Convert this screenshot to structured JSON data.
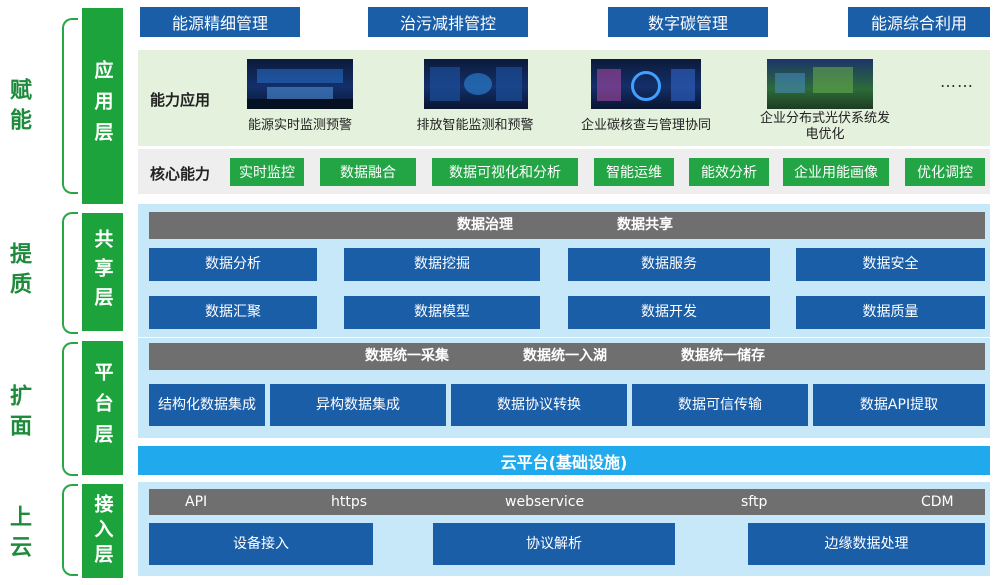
{
  "side_labels": [
    "赋能",
    "提质",
    "扩面",
    "上云"
  ],
  "layers": [
    "应用层",
    "共享层",
    "平台层",
    "接入层"
  ],
  "top_tabs": [
    "能源精细管理",
    "治污减排管控",
    "数字碳管理",
    "能源综合利用"
  ],
  "application": {
    "title": "能力应用",
    "items": [
      "能源实时监测预警",
      "排放智能监测和预警",
      "企业碳核查与管理协同",
      "企业分布式光伏系统发电优化"
    ],
    "more": "……"
  },
  "core": {
    "title": "核心能力",
    "items": [
      "实时监控",
      "数据融合",
      "数据可视化和分析",
      "智能运维",
      "能效分析",
      "企业用能画像",
      "优化调控"
    ]
  },
  "sharing": {
    "bar": [
      "数据治理",
      "数据共享"
    ],
    "row1": [
      "数据分析",
      "数据挖掘",
      "数据服务",
      "数据安全"
    ],
    "row2": [
      "数据汇聚",
      "数据模型",
      "数据开发",
      "数据质量"
    ]
  },
  "platform": {
    "bar": [
      "数据统一采集",
      "数据统一入湖",
      "数据统一储存"
    ],
    "items": [
      "结构化数据集成",
      "异构数据集成",
      "数据协议转换",
      "数据可信传输",
      "数据API提取"
    ]
  },
  "cloud": "云平台(基础设施)",
  "access": {
    "protocols": [
      "API",
      "https",
      "webservice",
      "sftp",
      "CDM"
    ],
    "items": [
      "设备接入",
      "协议解析",
      "边缘数据处理"
    ]
  },
  "colors": {
    "green": "#1ca33c",
    "blue": "#1a5ea8",
    "light_blue": "#c7e8f8",
    "cloud_blue": "#20a9ec",
    "gray": "#6f6f6f",
    "app_bg": "#e4f1dc"
  }
}
